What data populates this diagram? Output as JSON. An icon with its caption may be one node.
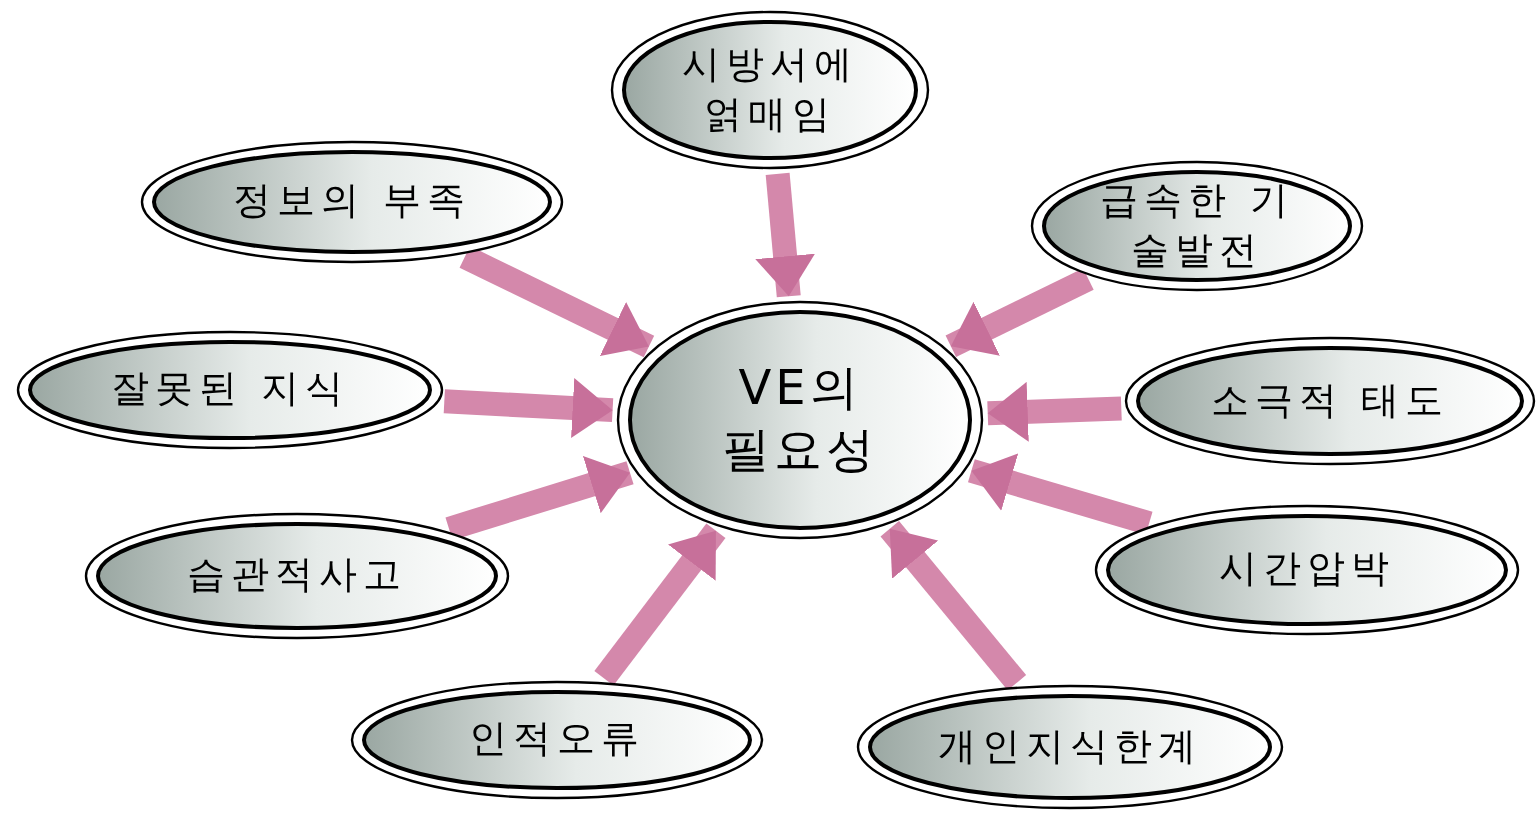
{
  "diagram": {
    "nodes": [
      {
        "text": [
          "시방서에 얽매임"
        ]
      },
      {
        "text": [
          "정보의 부족"
        ]
      },
      {
        "text": [
          "급속한 기술발전"
        ]
      },
      {
        "text": [
          "VE의 필요성"
        ]
      },
      {
        "text": [
          "잘못된 지식"
        ]
      },
      {
        "text": [
          "소극적 태도"
        ]
      },
      {
        "text": [
          "습관적사고"
        ]
      },
      {
        "text": [
          "시간압박"
        ]
      },
      {
        "text": [
          "인적오류"
        ]
      },
      {
        "text": [
          "개인지식한계"
        ]
      }
    ],
    "edges": [
      {
        "from": 0,
        "to": 3,
        "arrow": "to"
      },
      {
        "from": 1,
        "to": 3,
        "arrow": "to"
      },
      {
        "from": 2,
        "to": 3,
        "arrow": "to"
      },
      {
        "from": 4,
        "to": 3,
        "arrow": "to"
      },
      {
        "from": 5,
        "to": 3,
        "arrow": "to"
      },
      {
        "from": 6,
        "to": 3,
        "arrow": "to"
      },
      {
        "from": 7,
        "to": 3,
        "arrow": "to"
      },
      {
        "from": 8,
        "to": 3,
        "arrow": "to"
      },
      {
        "from": 9,
        "to": 3,
        "arrow": "to"
      }
    ]
  }
}
